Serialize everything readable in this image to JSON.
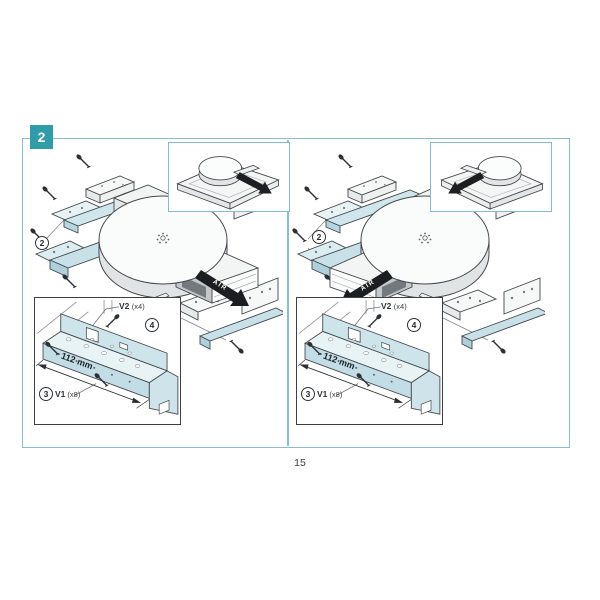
{
  "page": {
    "step_badge": "2",
    "page_number": "15"
  },
  "colors": {
    "accent_teal": "#2E9CA9",
    "frame_teal": "#85C0CC",
    "bracket_blue": "#C8E1E9",
    "arrow_black": "#1C1F21",
    "outline": "#44484B"
  },
  "panels": [
    {
      "variant": "air-exit-right",
      "bracket_callout": "2",
      "air_label": "AIR",
      "detail": {
        "v2_part": "V2",
        "v2_qty": "(x4)",
        "v2_callout": "4",
        "dimension": "112 mm",
        "v1_callout": "3",
        "v1_part": "V1",
        "v1_qty": "(x8)"
      }
    },
    {
      "variant": "air-exit-left",
      "bracket_callout": "2",
      "air_label": "AIR",
      "detail": {
        "v2_part": "V2",
        "v2_qty": "(x4)",
        "v2_callout": "4",
        "dimension": "112 mm",
        "v1_callout": "3",
        "v1_part": "V1",
        "v1_qty": "(x8)"
      }
    }
  ]
}
